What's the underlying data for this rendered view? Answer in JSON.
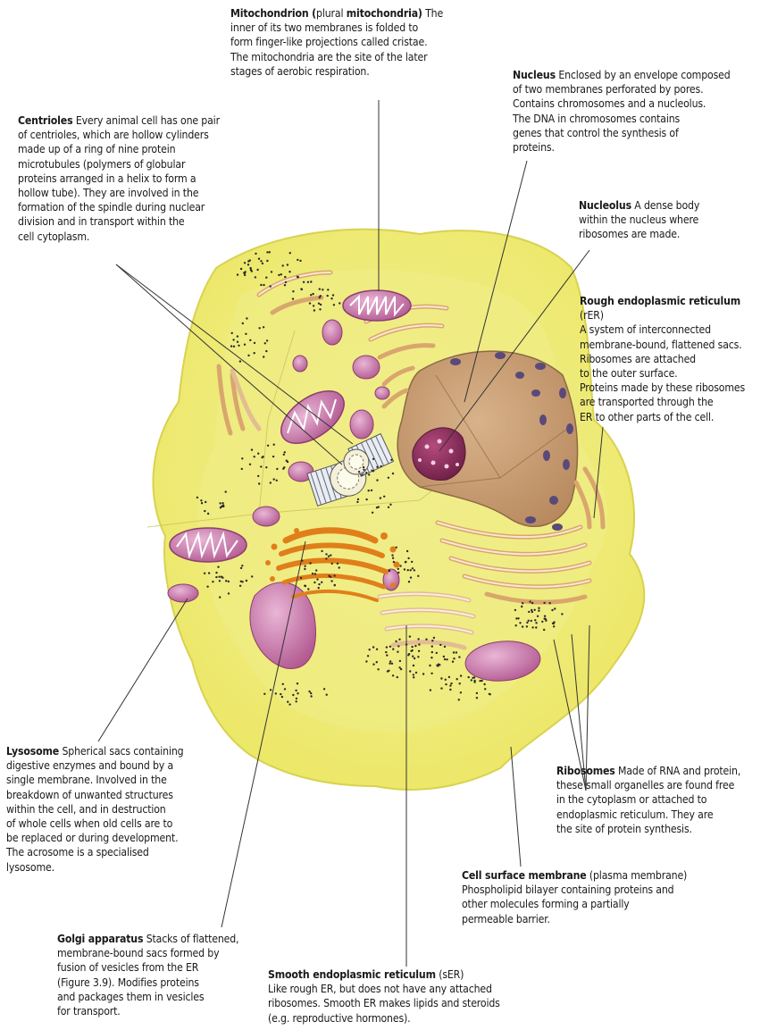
{
  "labels": {
    "mitochondrion": {
      "title": "Mitochondrion (",
      "plural": "plural",
      "plural_bold": "mitochondria)",
      "lines": [
        "The",
        "inner of its two membranes is folded to",
        "form finger-like projections called cristae.",
        "The mitochondria are the site of the later",
        "stages of aerobic respiration."
      ]
    },
    "nucleus": {
      "title": "Nucleus",
      "lines": [
        "Enclosed by an envelope composed",
        "of two membranes perforated by pores.",
        "Contains chromosomes and a nucleolus.",
        "The DNA in chromosomes contains",
        "genes that control the synthesis of",
        "proteins."
      ]
    },
    "centrioles": {
      "title": "Centrioles",
      "lines": [
        "Every animal cell has one pair",
        "of centrioles, which are hollow cylinders",
        "made up of a ring of nine protein",
        "microtubules (polymers of globular",
        "proteins arranged in a helix to form a",
        "hollow tube). They are involved in the",
        "formation of the spindle during nuclear",
        "division and in transport within the",
        "cell cytoplasm."
      ]
    },
    "nucleolus": {
      "title": "Nucleolus",
      "lines": [
        "A dense body",
        "within the nucleus where",
        "ribosomes are made."
      ]
    },
    "rough_er": {
      "title": "Rough endoplasmic reticulum",
      "lines": [
        "(rER)",
        "A system of interconnected",
        "membrane-bound, flattened sacs.",
        "Ribosomes are attached",
        "to the outer surface.",
        "Proteins made by these ribosomes",
        "are transported through the",
        "ER to other parts of the cell."
      ]
    },
    "lysosome": {
      "title": "Lysosome",
      "lines": [
        "Spherical sacs containing",
        "digestive enzymes and bound by a",
        "single membrane. Involved in the",
        "breakdown of unwanted structures",
        "within the cell, and in destruction",
        "of whole cells when old cells are to",
        "be replaced or during development.",
        "The acrosome is a specialised",
        "lysosome."
      ]
    },
    "ribosomes": {
      "title": "Ribosomes",
      "lines": [
        "Made of RNA and protein,",
        "these small organelles are found free",
        "in the cytoplasm or attached to",
        "endoplasmic reticulum. They are",
        "the site of protein synthesis."
      ]
    },
    "cell_membrane": {
      "title": "Cell surface membrane",
      "lines": [
        "(plasma membrane)",
        "Phospholipid bilayer containing proteins and",
        "other molecules forming a partially",
        "permeable barrier."
      ]
    },
    "golgi": {
      "title": "Golgi apparatus",
      "lines": [
        "Stacks of flattened,",
        "membrane-bound sacs formed by",
        "fusion of vesicles from the ER",
        "(Figure 3.9). Modifies proteins",
        "and packages them in vesicles",
        "for transport."
      ]
    },
    "smooth_er": {
      "title": "Smooth endoplasmic reticulum",
      "lines": [
        "(sER)",
        "Like rough ER, but does not have any attached",
        "ribosomes. Smooth ER makes lipids and steroids",
        "(e.g. reproductive hormones)."
      ]
    }
  },
  "colors": {
    "cytoplasm": "#f2ef8a",
    "cytoplasm_edge": "#e4df5c",
    "nucleus": "#c9a27a",
    "nucleolus": "#8c2a5a",
    "organelle_pink": "#c87aa8",
    "golgi": "#e07f1a",
    "er_tan": "#f6d3b0",
    "ribosome": "#2a2a2a"
  }
}
